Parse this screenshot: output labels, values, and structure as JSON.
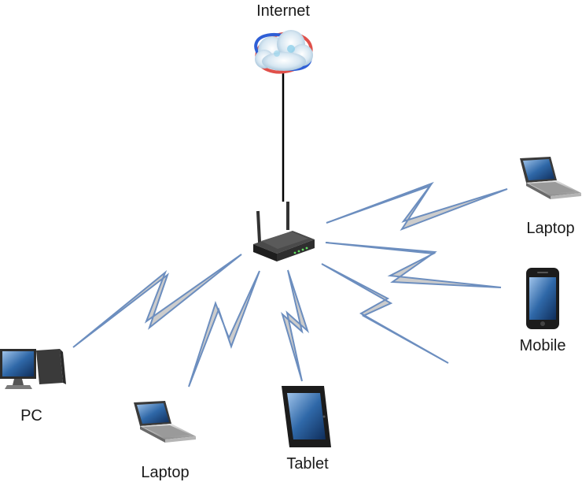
{
  "diagram": {
    "nodes": {
      "internet": {
        "label": "Internet",
        "icon": "cloud-globe-icon"
      },
      "router": {
        "label": "",
        "icon": "wireless-router-icon"
      },
      "laptop_right": {
        "label": "Laptop",
        "icon": "laptop-icon"
      },
      "mobile": {
        "label": "Mobile",
        "icon": "smartphone-icon"
      },
      "pc": {
        "label": "PC",
        "icon": "desktop-pc-icon"
      },
      "laptop_bottom": {
        "label": "Laptop",
        "icon": "laptop-icon"
      },
      "tablet": {
        "label": "Tablet",
        "icon": "tablet-icon"
      }
    },
    "edges": [
      {
        "from": "internet",
        "to": "router",
        "type": "wired"
      },
      {
        "from": "router",
        "to": "laptop_right",
        "type": "wireless"
      },
      {
        "from": "router",
        "to": "mobile",
        "type": "wireless"
      },
      {
        "from": "router",
        "to": "pc",
        "type": "wireless"
      },
      {
        "from": "router",
        "to": "laptop_bottom",
        "type": "wireless"
      },
      {
        "from": "router",
        "to": "tablet",
        "type": "wireless"
      }
    ]
  },
  "colors": {
    "wireless_fill": "#cccccc",
    "wireless_stroke": "#6c8ebf",
    "wire": "#000000",
    "router_body": "#2b2b2b",
    "screen": "#1f4f8f"
  }
}
